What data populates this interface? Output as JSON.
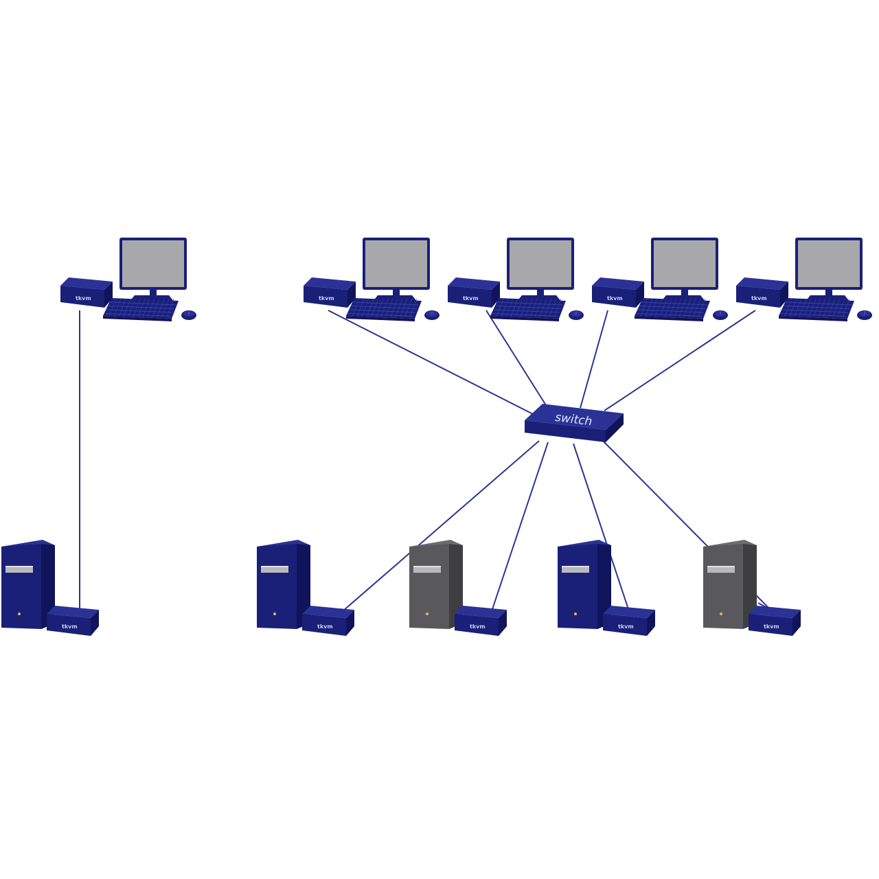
{
  "colors": {
    "navy": "#1a1f78",
    "navy_dark": "#10145a",
    "navy_light": "#2b3296",
    "screen": "#a8a8ab",
    "gray_tower": "#59595d",
    "gray_tower_dark": "#3e3e42",
    "cable": "#2a3590"
  },
  "icons": [
    "monitor-icon",
    "keyboard-icon",
    "mouse-icon",
    "kvm-extender-icon",
    "computer-tower-icon",
    "network-switch-icon"
  ],
  "extender_label": "tkvm",
  "switch_label": "switch",
  "direct_link": {
    "workstation": {
      "tower_color": "navy"
    },
    "computer": {
      "tower_color": "navy"
    }
  },
  "network": {
    "workstations": [
      {
        "id": "ws-1"
      },
      {
        "id": "ws-2"
      },
      {
        "id": "ws-3"
      },
      {
        "id": "ws-4"
      }
    ],
    "computers": [
      {
        "id": "pc-1",
        "tower_color": "navy"
      },
      {
        "id": "pc-2",
        "tower_color": "gray"
      },
      {
        "id": "pc-3",
        "tower_color": "navy"
      },
      {
        "id": "pc-4",
        "tower_color": "gray"
      }
    ]
  }
}
